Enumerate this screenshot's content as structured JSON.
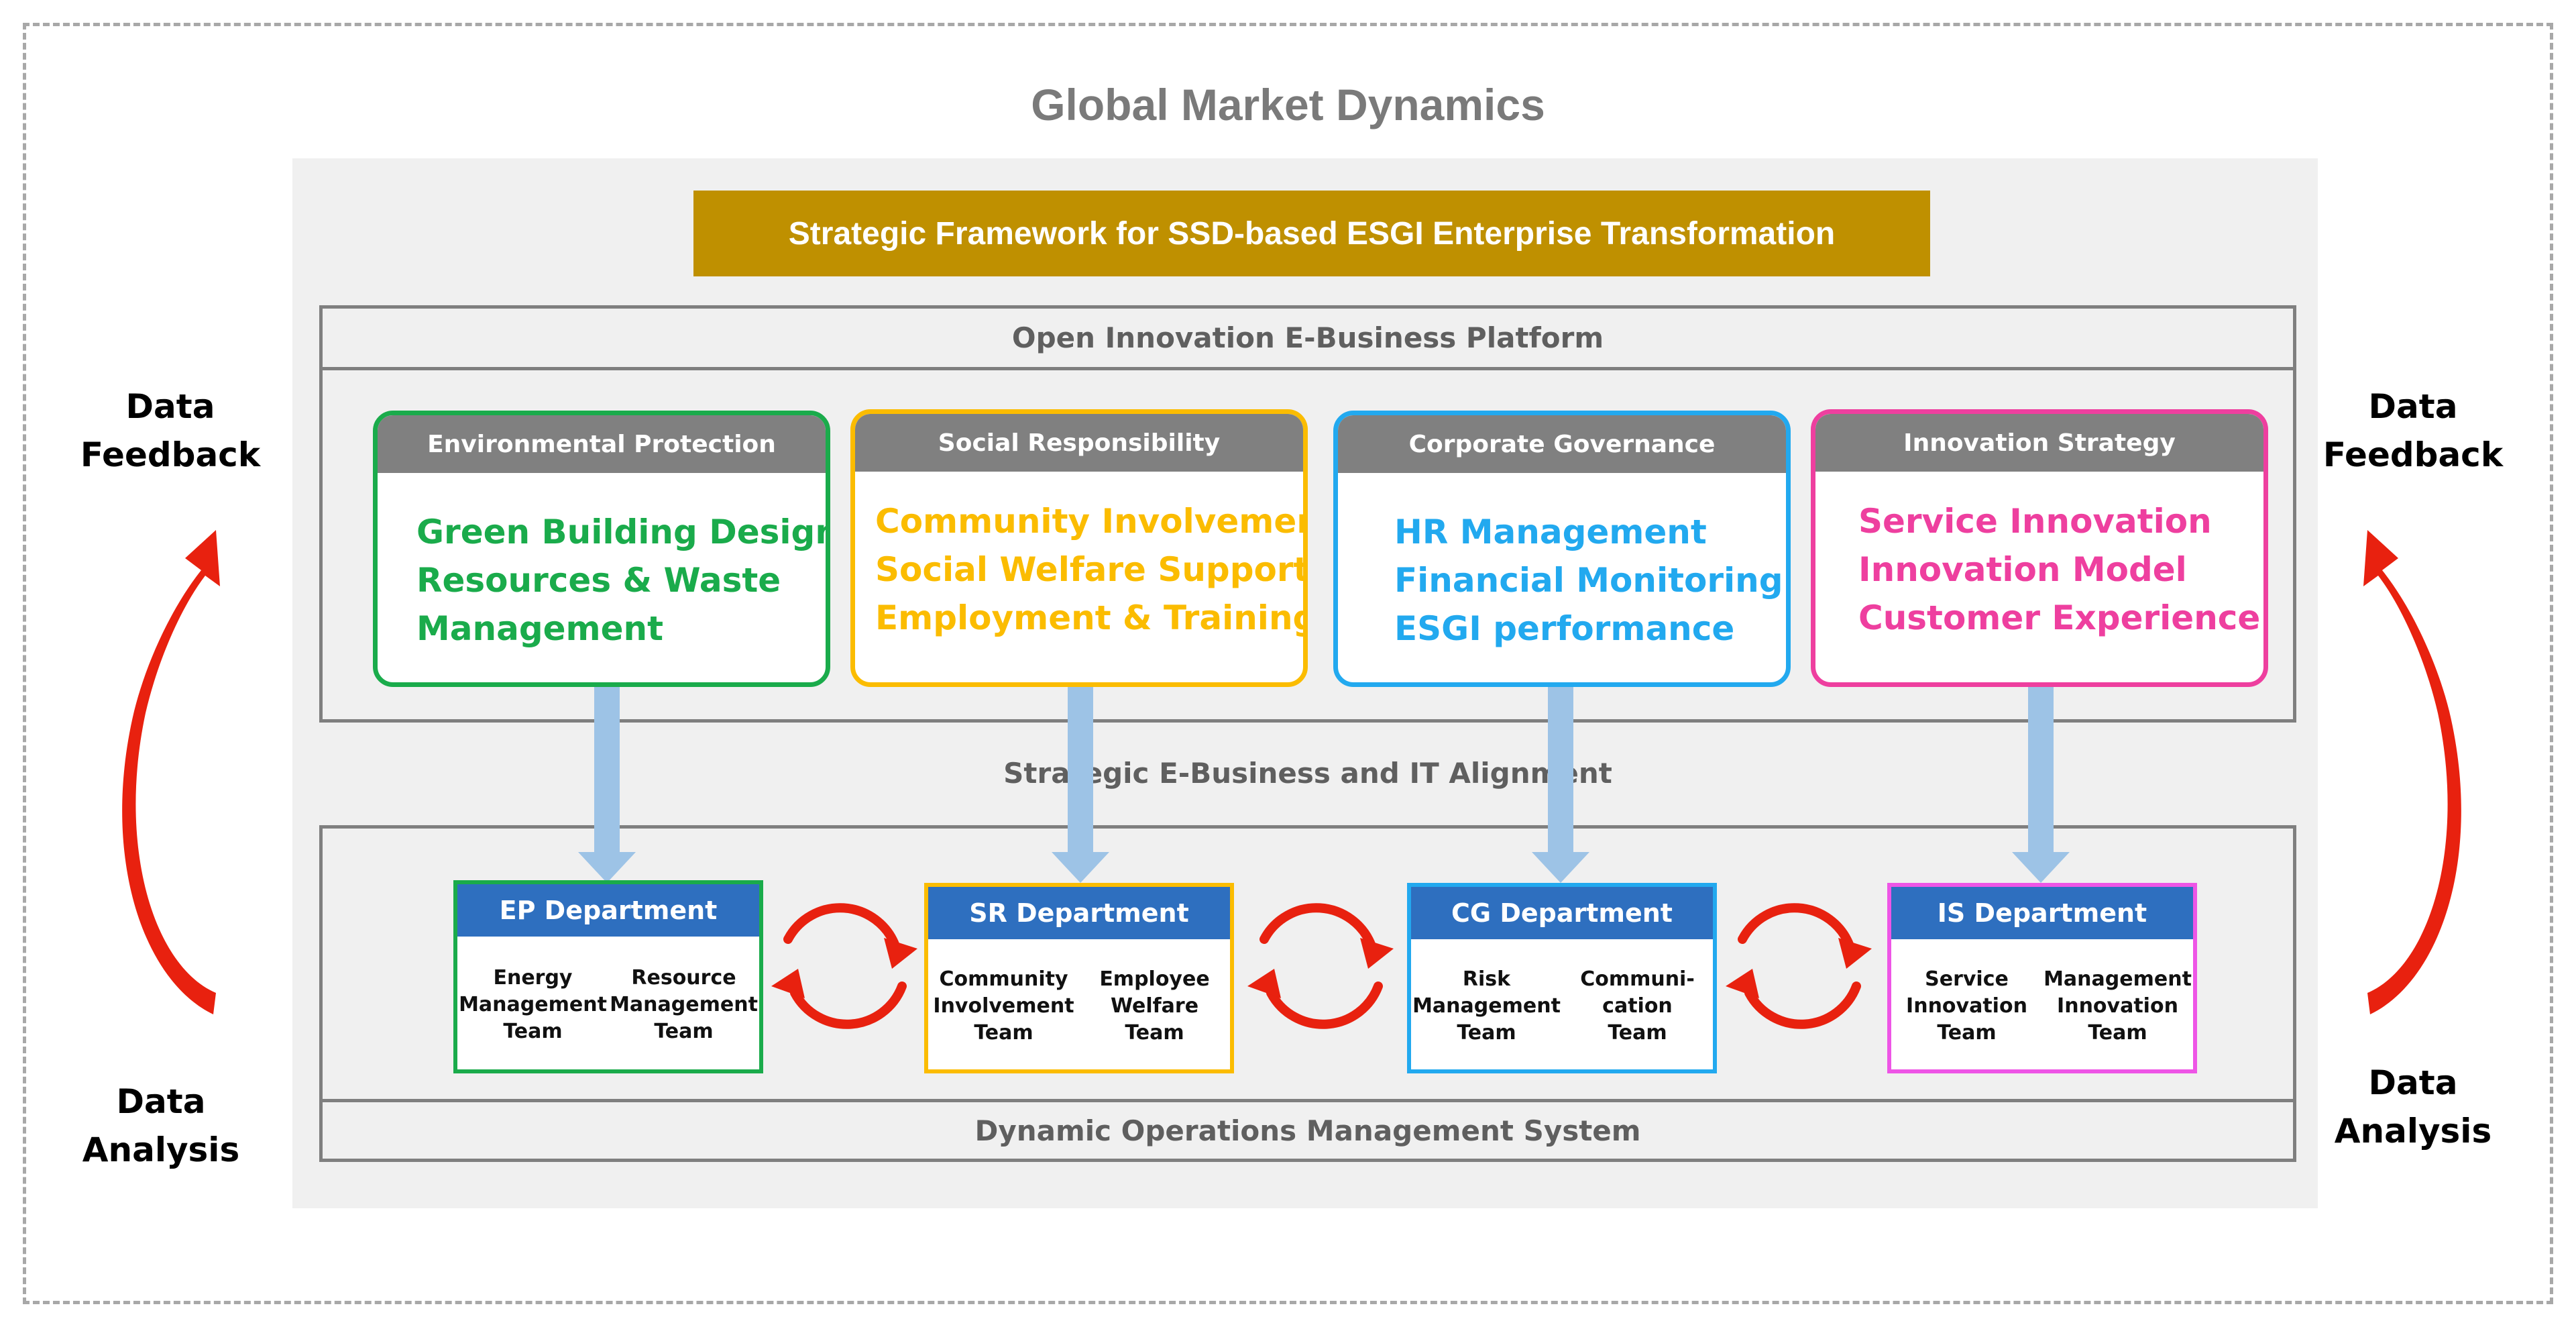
{
  "title": "Global Market Dynamics",
  "banner": "Strategic Framework for SSD-based ESGI Enterprise Transformation",
  "platform_label": "Open Innovation E-Business Platform",
  "alignment_label": "Strategic E-Business and IT Alignment",
  "operations_label": "Dynamic Operations Management System",
  "left_side": {
    "feedback": [
      "Data",
      "Feedback"
    ],
    "analysis": [
      "Data",
      "Analysis"
    ]
  },
  "right_side": {
    "feedback": [
      "Data",
      "Feedback"
    ],
    "analysis": [
      "Data",
      "Analysis"
    ]
  },
  "pillars": [
    {
      "heading": "Environmental Protection",
      "color": "#1aab4b",
      "items": [
        "Green Building Design",
        "Resources & Waste",
        "Management"
      ]
    },
    {
      "heading": "Social Responsibility",
      "color": "#fbbc00",
      "items": [
        "Community Involvement",
        "Social Welfare Support",
        "Employment & Training"
      ]
    },
    {
      "heading": "Corporate Governance",
      "color": "#22a9ef",
      "items": [
        "HR Management",
        "Financial Monitoring",
        "ESGI performance"
      ]
    },
    {
      "heading": "Innovation Strategy",
      "color": "#ee3f9f",
      "items": [
        "Service Innovation",
        "Innovation Model",
        "Customer Experience"
      ]
    }
  ],
  "departments": [
    {
      "name": "EP Department",
      "color": "#1aab4b",
      "teams": [
        [
          "Energy",
          "Management",
          "Team"
        ],
        [
          "Resource",
          "Management",
          "Team"
        ]
      ]
    },
    {
      "name": "SR Department",
      "color": "#fbbc00",
      "teams": [
        [
          "Community",
          "Involvement",
          "Team"
        ],
        [
          "Employee",
          "Welfare",
          "Team"
        ]
      ]
    },
    {
      "name": "CG Department",
      "color": "#22a9ef",
      "teams": [
        [
          "Risk",
          "Management",
          "Team"
        ],
        [
          "Communi-",
          "cation",
          "Team"
        ]
      ]
    },
    {
      "name": "IS Department",
      "color": "#ee55e6",
      "teams": [
        [
          "Service",
          "Innovation",
          "Team"
        ],
        [
          "Management",
          "Innovation",
          "Team"
        ]
      ]
    }
  ],
  "colors": {
    "banner": "#bf9000",
    "dept_header": "#2e6fbf",
    "connector_arrow": "#9dc3e6",
    "cycle_arrow": "#e8210f",
    "frame": "#7f7f7f"
  }
}
